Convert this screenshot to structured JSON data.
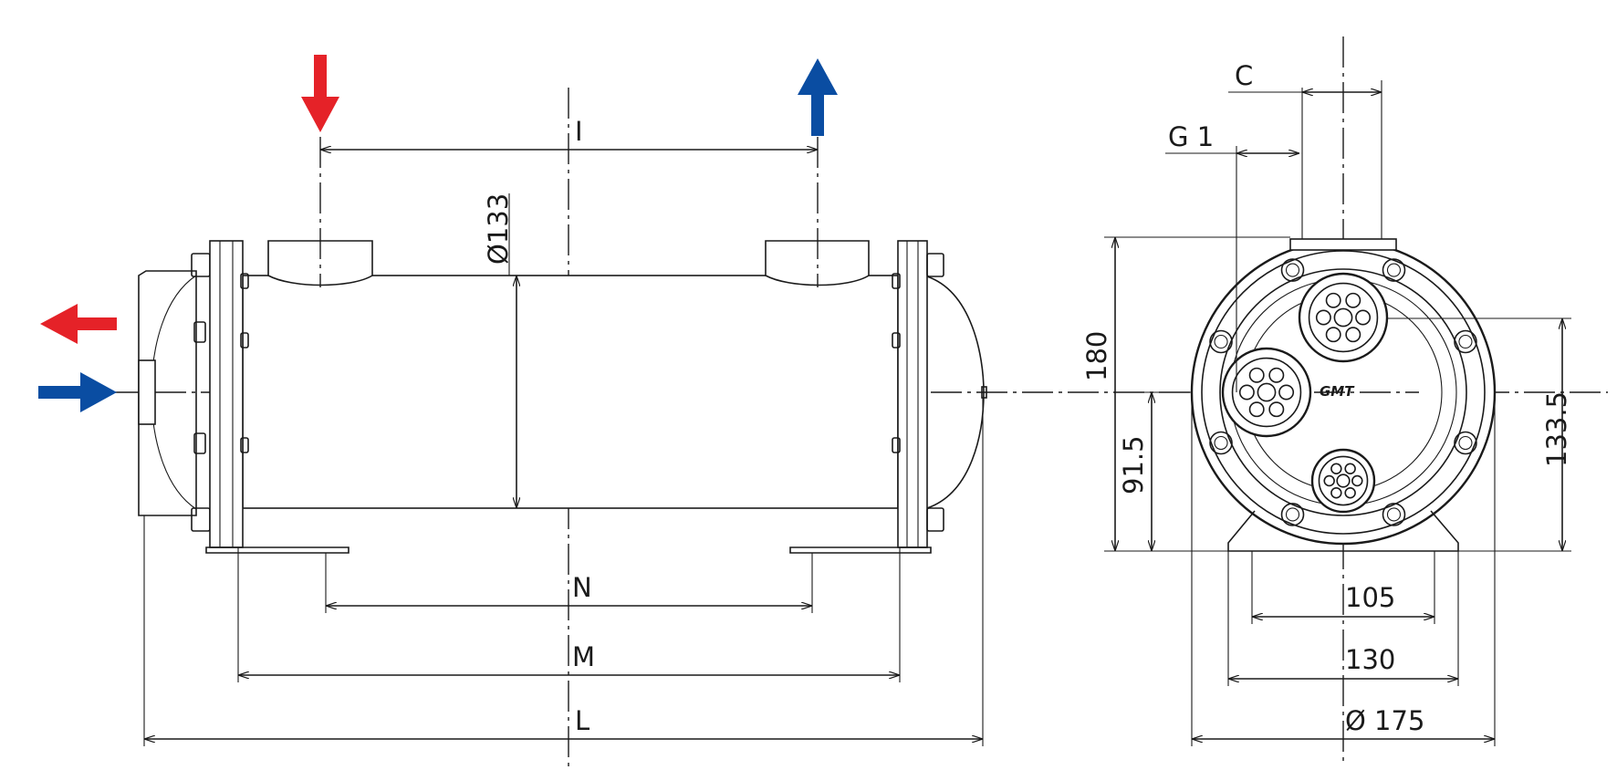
{
  "colors": {
    "hot": "#e52228",
    "cold": "#0a4da2",
    "line": "#1a1a1a"
  },
  "labels": {
    "I": "I",
    "N": "N",
    "M": "M",
    "L": "L",
    "diam_133": "Ø133",
    "C": "C",
    "G1": "G 1",
    "h180": "180",
    "h91_5": "91.5",
    "h133_5": "133.5",
    "w105": "105",
    "w130": "130",
    "diam_175": "Ø 175",
    "logo": "GMT"
  },
  "arrows": [
    {
      "name": "hot-inlet-arrow",
      "direction": "down",
      "color": "hot"
    },
    {
      "name": "cold-outlet-arrow",
      "direction": "up",
      "color": "cold"
    },
    {
      "name": "hot-outlet-arrow",
      "direction": "left",
      "color": "hot"
    },
    {
      "name": "cold-inlet-arrow",
      "direction": "right",
      "color": "cold"
    }
  ]
}
